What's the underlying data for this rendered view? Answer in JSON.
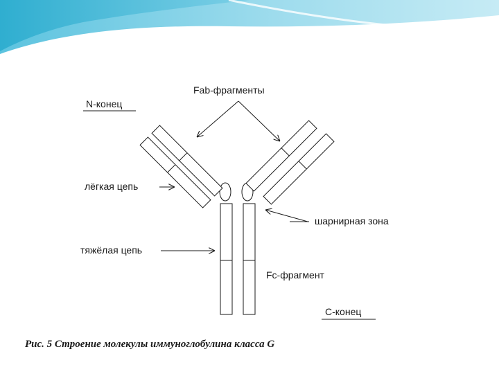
{
  "labels": {
    "fab": "Fab-фрагменты",
    "n_end": "N-конец",
    "light_chain": "лёгкая цепь",
    "heavy_chain": "тяжёлая цепь",
    "hinge": "шарнирная зона",
    "fc": "Fc-фрагмент",
    "c_end": "С-конец"
  },
  "caption": "Рис. 5 Строение молекулы иммуноглобулина класса G",
  "colors": {
    "banner_light": "#c9ecf6",
    "banner_mid": "#7fd0e6",
    "banner_dark": "#3ab4d3",
    "line": "#1a1a1a"
  }
}
